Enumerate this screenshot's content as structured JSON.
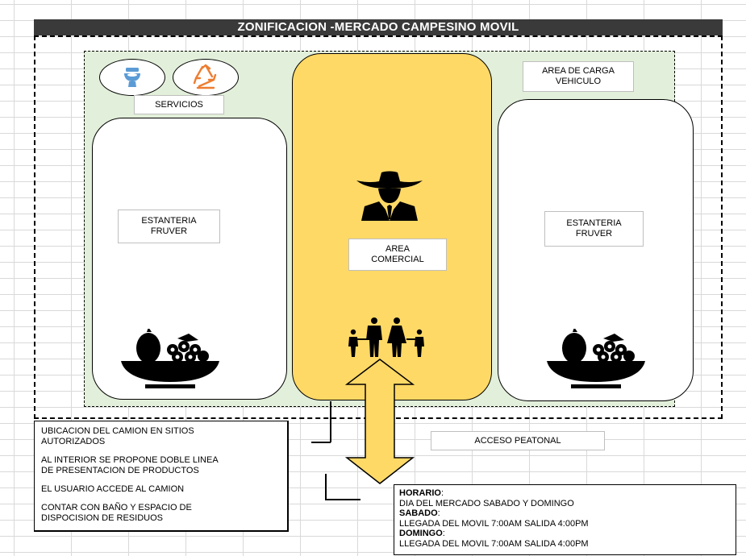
{
  "title": "ZONIFICACION -MERCADO CAMPESINO MOVIL",
  "zones": {
    "servicios": "SERVICIOS",
    "carga": "AREA DE CARGA\nVEHICULO",
    "shelf_left": "ESTANTERIA\nFRUVER",
    "shelf_right": "ESTANTERIA\nFRUVER",
    "comercial": "AREA\nCOMERCIAL",
    "acceso": "ACCESO PEATONAL"
  },
  "icons": {
    "toilet": "toilet-icon",
    "recycle": "recycle-icon",
    "fruit_left": "fruit-basket-icon",
    "fruit_right": "fruit-basket-icon",
    "farmer": "farmer-icon",
    "family": "family-icon",
    "arrow": "double-arrow-icon"
  },
  "colors": {
    "title_bg": "#3a3a3a",
    "green_zone": "#e2efda",
    "commercial": "#ffd966",
    "icon_blue": "#5b9bd5",
    "icon_orange": "#ed7d31"
  },
  "notes": [
    "UBICACION  DEL CAMION EN SITIOS\nAUTORIZADOS",
    "AL INTERIOR SE PROPONE DOBLE LINEA\nDE PRESENTACION  DE PRODUCTOS",
    "EL USUARIO  ACCEDE AL CAMION",
    "CONTAR CON BAÑO Y ESPACIO DE\nDISPOCISION DE RESIDUOS"
  ],
  "hours": {
    "label": "HORARIO",
    "days": "DIA DEL MERCADO  SABADO Y DOMINGO",
    "sat_label": "SABADO",
    "sat": "LLEGADA  DEL MOVIL 7:00AM SALIDA 4:00PM",
    "sun_label": "DOMINGO",
    "sun": "LLEGADA  DEL MOVIL 7:00AM SALIDA 4:00PM"
  }
}
